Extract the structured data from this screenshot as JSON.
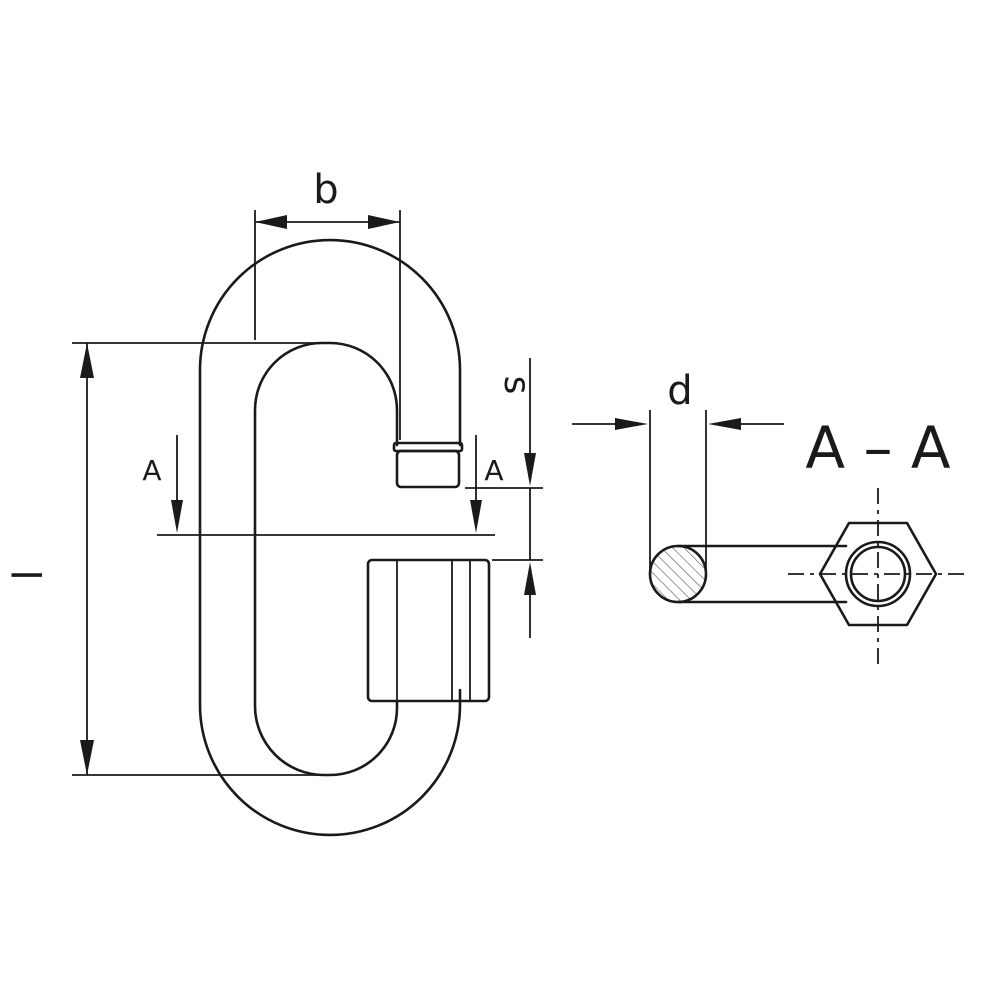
{
  "diagram": {
    "labels": {
      "width": "b",
      "length": "l",
      "gap": "s",
      "section_marker_left": "A",
      "section_marker_right": "A",
      "diameter": "d",
      "section_title": "A – A"
    }
  }
}
